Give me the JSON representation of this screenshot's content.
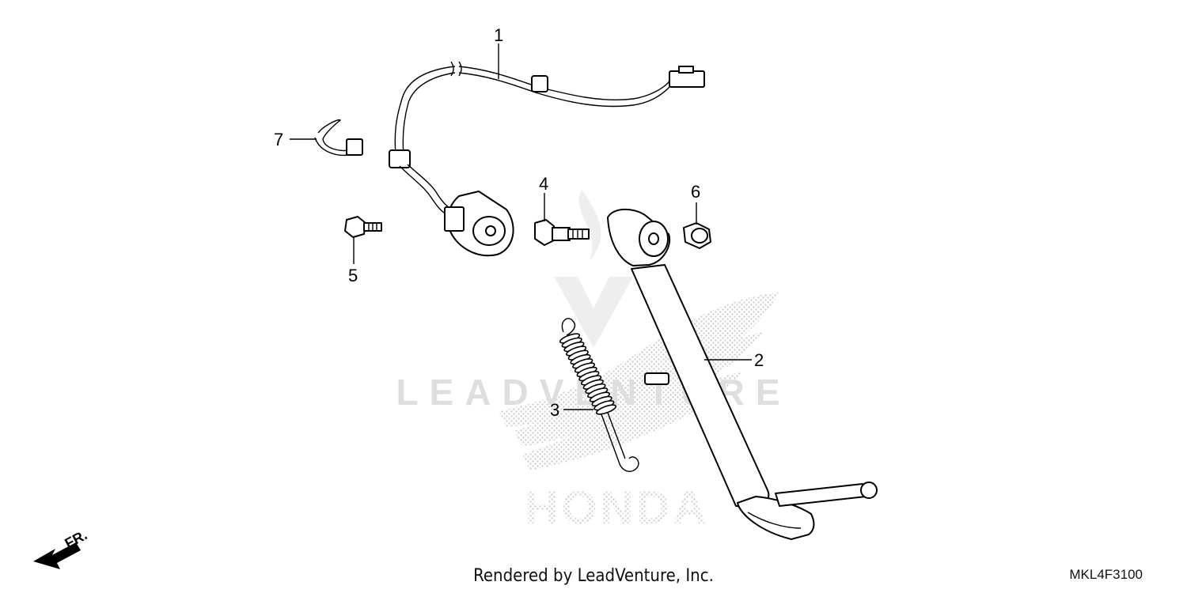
{
  "callouts": {
    "c1": "1",
    "c2": "2",
    "c3": "3",
    "c4": "4",
    "c5": "5",
    "c6": "6",
    "c7": "7"
  },
  "watermark": {
    "text": "LEADVENTURE",
    "brand": "HONDA"
  },
  "direction_label": "FR.",
  "footer": "Rendered by LeadVenture, Inc.",
  "diagram_code": "MKL4F3100",
  "colors": {
    "line": "#000000",
    "watermark": "#d9d9d9",
    "background": "#ffffff"
  }
}
